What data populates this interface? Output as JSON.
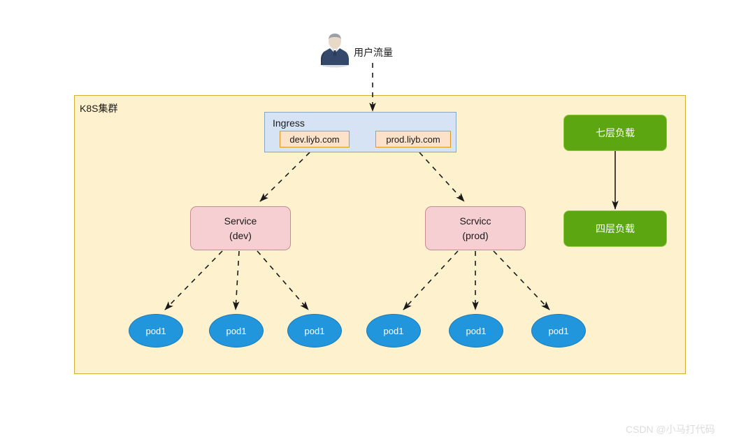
{
  "diagram": {
    "watermark": "CSDN @小马打代码",
    "actor": {
      "icon": "businessman-avatar-icon",
      "label": "用户流量"
    },
    "cluster": {
      "label": "K8S集群"
    },
    "ingress": {
      "title": "Ingress",
      "hosts": [
        {
          "label": "dev.liyb.com"
        },
        {
          "label": "prod.liyb.com"
        }
      ]
    },
    "services": [
      {
        "name": "Service",
        "env": "(dev)"
      },
      {
        "name": "Scrvicc",
        "env": "(prod)"
      }
    ],
    "pods": [
      {
        "label": "pod1"
      },
      {
        "label": "pod1"
      },
      {
        "label": "pod1"
      },
      {
        "label": "pod1"
      },
      {
        "label": "pod1"
      },
      {
        "label": "pod1"
      }
    ],
    "load_balancers": [
      {
        "label": "七层负载"
      },
      {
        "label": "四层负载"
      }
    ],
    "colors": {
      "cluster_fill": "#fdf2cd",
      "cluster_border": "#d4af37",
      "ingress_fill": "#d6e3f4",
      "ingress_border": "#8aa5c4",
      "host_fill": "#fbe2c8",
      "host_border": "#e2951f",
      "service_fill": "#f5cfd2",
      "service_border": "#c98b92",
      "pod_fill": "#2196dd",
      "lb_fill": "#5ca611",
      "lb_border": "#8cc63f",
      "edge": "#1a1a1a",
      "watermark": "#dcdcdc"
    }
  }
}
